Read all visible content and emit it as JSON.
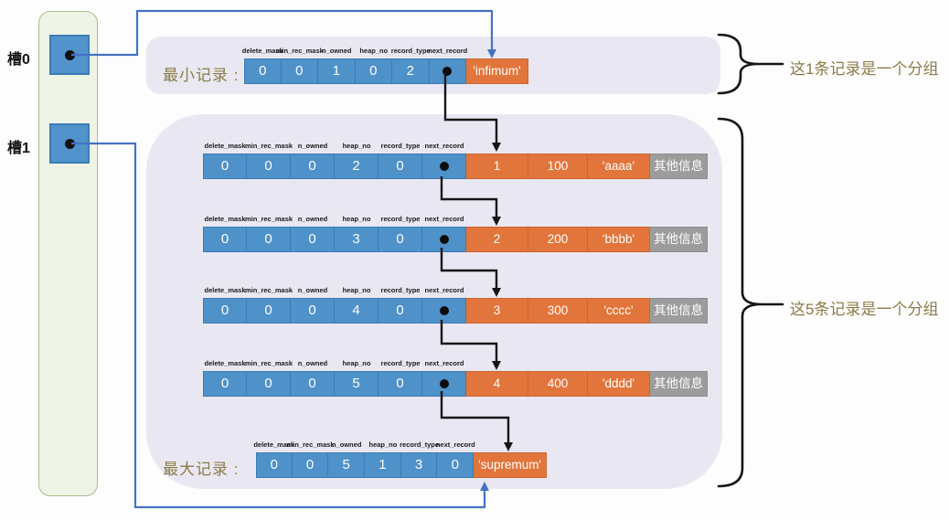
{
  "colors": {
    "blue_cell": "#4f91c9",
    "blue_cell_border": "#3c7ab5",
    "orange_cell": "#e2753b",
    "gray_cell": "#9c9c9c",
    "container_bg": "#e9e8f2",
    "panel_bg": "#edf3e5",
    "panel_border": "#a9bd90",
    "connector_blue": "#4472c4",
    "connector_black": "#151515",
    "label_olive": "#8a7c46"
  },
  "slots": [
    {
      "label": "槽0"
    },
    {
      "label": "槽1"
    }
  ],
  "field_headers": [
    "delete_mask",
    "min_rec_mask",
    "n_owned",
    "heap_no",
    "record_type",
    "next_record"
  ],
  "infimum": {
    "label": "最小记录 :",
    "values": [
      "0",
      "0",
      "1",
      "0",
      "2"
    ],
    "has_pointer_dot": true,
    "tail": "'infimum'"
  },
  "records": [
    {
      "values": [
        "0",
        "0",
        "0",
        "2",
        "0"
      ],
      "has_pointer_dot": true,
      "key": "1",
      "amount": "100",
      "data": "'aaaa'",
      "extra": "其他信息"
    },
    {
      "values": [
        "0",
        "0",
        "0",
        "3",
        "0"
      ],
      "has_pointer_dot": true,
      "key": "2",
      "amount": "200",
      "data": "'bbbb'",
      "extra": "其他信息"
    },
    {
      "values": [
        "0",
        "0",
        "0",
        "4",
        "0"
      ],
      "has_pointer_dot": true,
      "key": "3",
      "amount": "300",
      "data": "'cccc'",
      "extra": "其他信息"
    },
    {
      "values": [
        "0",
        "0",
        "0",
        "5",
        "0"
      ],
      "has_pointer_dot": true,
      "key": "4",
      "amount": "400",
      "data": "'dddd'",
      "extra": "其他信息"
    }
  ],
  "supremum": {
    "label": "最大记录 :",
    "values": [
      "0",
      "0",
      "5",
      "1",
      "3",
      "0"
    ],
    "has_pointer_dot": false,
    "tail": "'supremum'"
  },
  "annotations": [
    {
      "text": "这1条记录是一个分组"
    },
    {
      "text": "这5条记录是一个分组"
    }
  ]
}
